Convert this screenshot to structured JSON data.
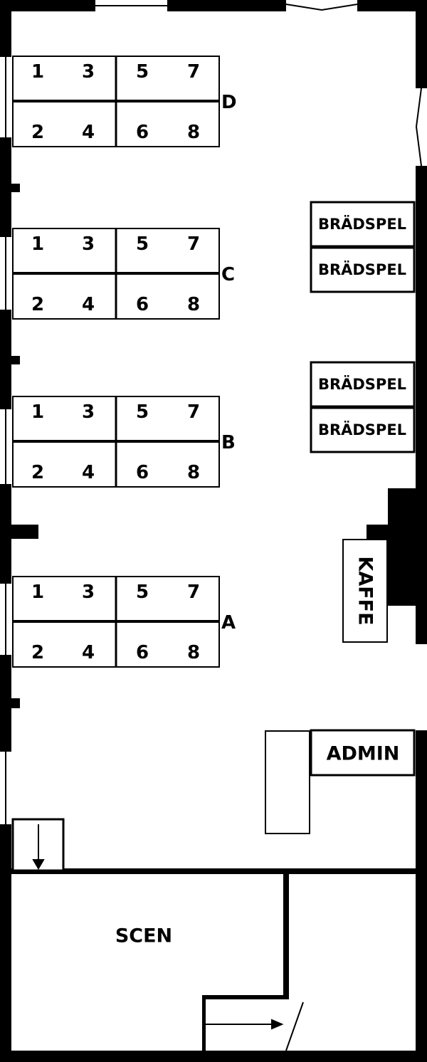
{
  "floor_plan": {
    "table_rows": [
      {
        "row": "D",
        "seats_top": [
          "1",
          "3",
          "5",
          "7"
        ],
        "seats_bottom": [
          "2",
          "4",
          "6",
          "8"
        ]
      },
      {
        "row": "C",
        "seats_top": [
          "1",
          "3",
          "5",
          "7"
        ],
        "seats_bottom": [
          "2",
          "4",
          "6",
          "8"
        ]
      },
      {
        "row": "B",
        "seats_top": [
          "1",
          "3",
          "5",
          "7"
        ],
        "seats_bottom": [
          "2",
          "4",
          "6",
          "8"
        ]
      },
      {
        "row": "A",
        "seats_top": [
          "1",
          "3",
          "5",
          "7"
        ],
        "seats_bottom": [
          "2",
          "4",
          "6",
          "8"
        ]
      }
    ],
    "board_game_tables": [
      "BRÄDSPEL",
      "BRÄDSPEL",
      "BRÄDSPEL",
      "BRÄDSPEL"
    ],
    "coffee": "KAFFE",
    "admin": "ADMIN",
    "stage": "SCEN",
    "colors": {
      "wall": "#000000",
      "floor": "#ffffff"
    }
  }
}
